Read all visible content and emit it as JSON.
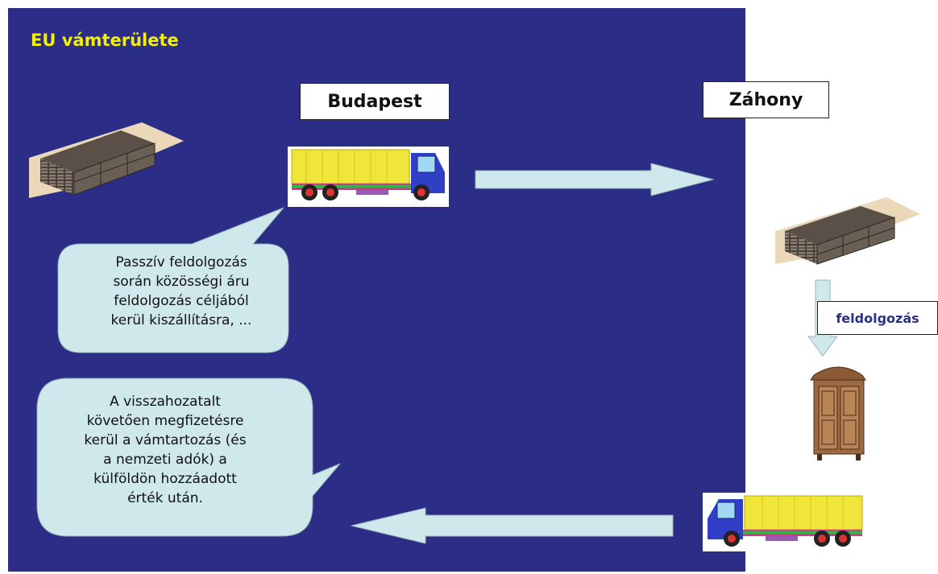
{
  "colors": {
    "panel": "#2b2d87",
    "title": "#f3f000",
    "bubble": "#cfe8ec",
    "arrow": "#cfe8ec"
  },
  "panel": {
    "title": "EU vámterülete"
  },
  "cities": {
    "budapest": "Budapest",
    "zahony": "Záhony"
  },
  "process_label": "feldolgozás",
  "bubbles": {
    "export_note": [
      "Passzív feldolgozás",
      "során közösségi áru",
      "feldolgozás céljából",
      "kerül kiszállításra, ..."
    ],
    "reimport_note": [
      "A visszahozatalt",
      "követően megfizetésre",
      "kerül a vámtartozás (és",
      "a nemzeti adók) a",
      "külföldön hozzáadott",
      "érték után."
    ]
  },
  "icons": {
    "goods": "stacked-lumber-icon",
    "truck": "truck-icon",
    "product": "wardrobe-icon",
    "arrow": "block-arrow-icon"
  }
}
